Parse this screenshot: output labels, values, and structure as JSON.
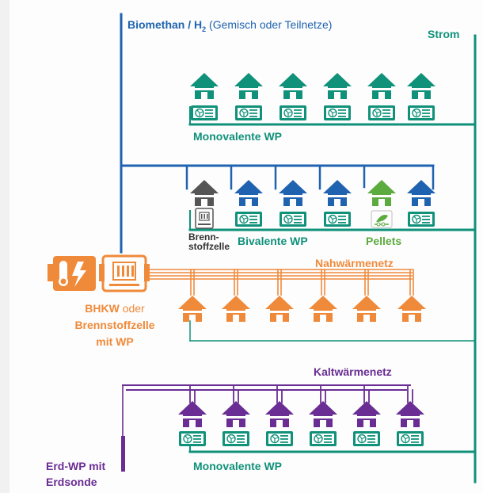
{
  "labels": {
    "biomethan_main": "Biomethan / H",
    "biomethan_sub": "2",
    "biomethan_note": "(Gemisch oder Teilnetze)",
    "strom": "Strom",
    "mono_wp_1": "Monovalente WP",
    "brenn_line1": "Brenn-",
    "brenn_line2": "stoffzelle",
    "bivalent_wp": "Bivalente WP",
    "pellets": "Pellets",
    "nahwaerme": "Nahwärmenetz",
    "bhkw": "BHKW",
    "oder": "oder",
    "brennstoffzelle": "Brennstoffzelle",
    "mit_wp": "mit WP",
    "kaltwaerme": "Kaltwärmenetz",
    "erd_wp_line1": "Erd-WP mit",
    "erd_wp_line2": "Erdsonde",
    "mono_wp_2": "Monovalente WP"
  },
  "colors": {
    "gas": "#1f63b0",
    "strom": "#10917a",
    "nahwaerme": "#f08a3b",
    "kaltwaerme": "#6a2d93",
    "pellets": "#5cab3f",
    "fuelcell": "#555555",
    "heatpump_unit": "#10917a"
  },
  "rows": {
    "mono_top": {
      "houses": 6,
      "house_color": "teal",
      "icon": "heat-pump-unit"
    },
    "bivalent": {
      "houses": [
        "fuelcell",
        "blue",
        "blue",
        "blue",
        "pellets",
        "blue"
      ]
    },
    "nahwaerme": {
      "houses": 6,
      "house_color": "orange"
    },
    "kalt": {
      "houses": 6,
      "house_color": "purple",
      "icon": "heat-pump-unit"
    }
  }
}
